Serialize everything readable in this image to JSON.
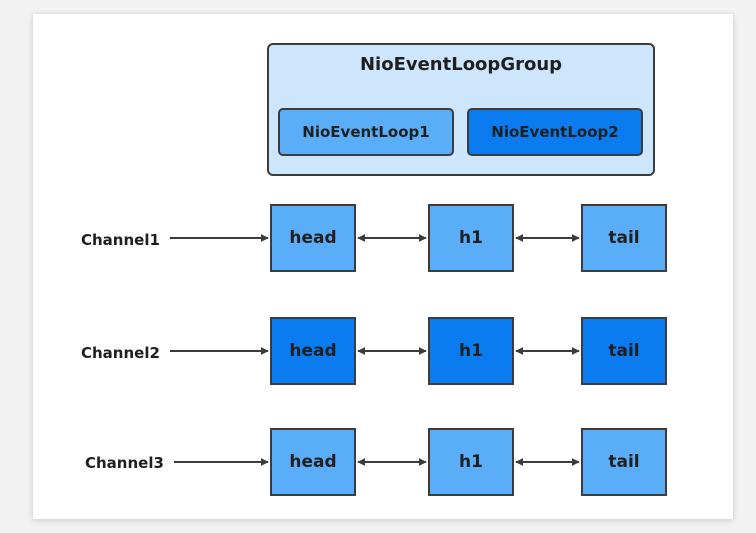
{
  "group": {
    "title": "NioEventLoopGroup",
    "loops": [
      "NioEventLoop1",
      "NioEventLoop2"
    ]
  },
  "channels": [
    {
      "label": "Channel1",
      "nodes": [
        "head",
        "h1",
        "tail"
      ]
    },
    {
      "label": "Channel2",
      "nodes": [
        "head",
        "h1",
        "tail"
      ]
    },
    {
      "label": "Channel3",
      "nodes": [
        "head",
        "h1",
        "tail"
      ]
    }
  ],
  "colors": {
    "light_blue": "#5aadf7",
    "dark_blue": "#0a7cf0",
    "group_fill": "#cde6fb",
    "stroke": "#3c3c3c"
  }
}
